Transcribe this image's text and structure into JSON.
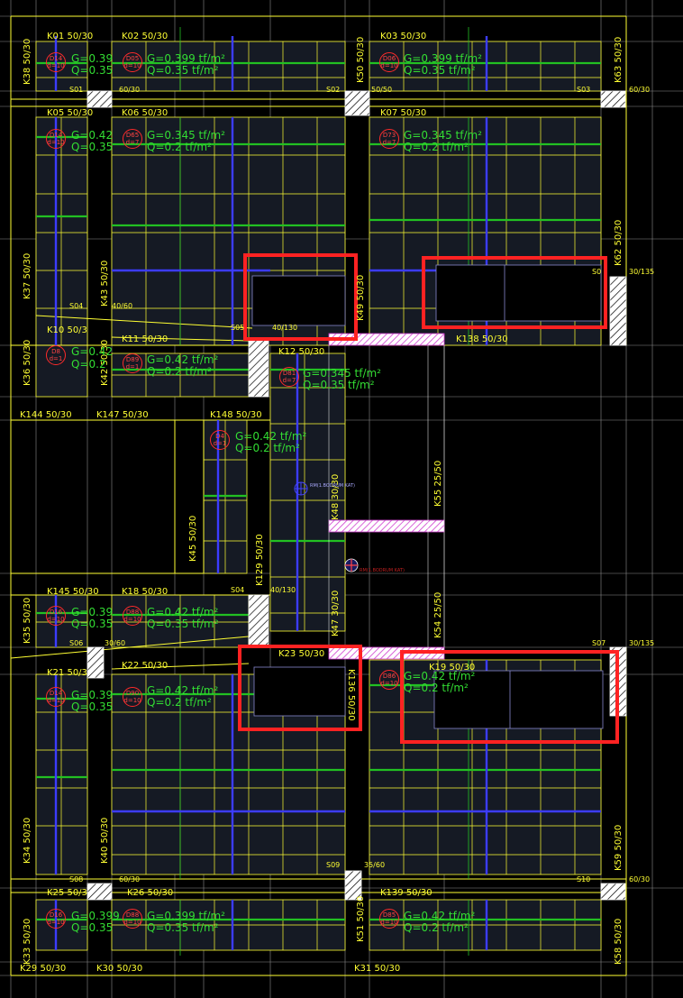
{
  "colors": {
    "background": "#000000",
    "slab_fill": "#151a24",
    "axis_line": "#ffffff",
    "beam_line": "#ffff33",
    "rebar_green": "#22c022",
    "rebar_blue": "#3c3cff",
    "load_text": "#33dd33",
    "slab_tag": "#ff2a2a",
    "highlight_box": "#ff2222",
    "opening_hatch": "#d040d0"
  },
  "beams": [
    {
      "id": "k01",
      "text": "K01 50/30"
    },
    {
      "id": "k02",
      "text": "K02 50/30"
    },
    {
      "id": "k03",
      "text": "K03 50/30"
    },
    {
      "id": "k05",
      "text": "K05 50/30"
    },
    {
      "id": "k06",
      "text": "K06 50/30"
    },
    {
      "id": "k07",
      "text": "K07 50/30"
    },
    {
      "id": "k10",
      "text": "K10 50/3"
    },
    {
      "id": "k11",
      "text": "K11 50/30"
    },
    {
      "id": "k12",
      "text": "K12 50/30"
    },
    {
      "id": "k138",
      "text": "K138 50/30"
    },
    {
      "id": "k144",
      "text": "K144 50/30"
    },
    {
      "id": "k147",
      "text": "K147 50/30"
    },
    {
      "id": "k148",
      "text": "K148 50/30"
    },
    {
      "id": "k145",
      "text": "K145 50/30"
    },
    {
      "id": "k18",
      "text": "K18 50/30"
    },
    {
      "id": "k21",
      "text": "K21 50/3"
    },
    {
      "id": "k22",
      "text": "K22 50/30"
    },
    {
      "id": "k23",
      "text": "K23 50/30"
    },
    {
      "id": "k19",
      "text": "K19 50/30"
    },
    {
      "id": "k25",
      "text": "K25 50/3"
    },
    {
      "id": "k26",
      "text": "K26 50/30"
    },
    {
      "id": "k139",
      "text": "K139 50/30"
    },
    {
      "id": "k29",
      "text": "K29 50/30"
    },
    {
      "id": "k30",
      "text": "K30 50/30"
    },
    {
      "id": "k31",
      "text": "K31 50/30"
    },
    {
      "id": "k38",
      "text": "K38 50/30"
    },
    {
      "id": "k50",
      "text": "K50 50/30"
    },
    {
      "id": "k63",
      "text": "K63 50/30"
    },
    {
      "id": "k37",
      "text": "K37 50/30"
    },
    {
      "id": "k43",
      "text": "K43 50/30"
    },
    {
      "id": "k49",
      "text": "K49 50/30"
    },
    {
      "id": "k62",
      "text": "K62 50/30"
    },
    {
      "id": "k36",
      "text": "K36 50/30"
    },
    {
      "id": "k42",
      "text": "K42 50/30"
    },
    {
      "id": "k45",
      "text": "K45 50/30"
    },
    {
      "id": "k129",
      "text": "K129 50/30"
    },
    {
      "id": "k48",
      "text": "K48 30/30"
    },
    {
      "id": "k55",
      "text": "K55 25/50"
    },
    {
      "id": "k54",
      "text": "K54 25/50"
    },
    {
      "id": "k47",
      "text": "K47 30/30"
    },
    {
      "id": "k35",
      "text": "K35 50/30"
    },
    {
      "id": "k136",
      "text": "K136 50/30"
    },
    {
      "id": "k34",
      "text": "K34 50/30"
    },
    {
      "id": "k40",
      "text": "K40 50/30"
    },
    {
      "id": "k59",
      "text": "K59 50/30"
    },
    {
      "id": "k33",
      "text": "K33 50/30"
    },
    {
      "id": "k51",
      "text": "K51 50/30"
    },
    {
      "id": "k58",
      "text": "K58 50/30"
    }
  ],
  "columns": [
    {
      "id": "s01",
      "text": "S01"
    },
    {
      "id": "s02",
      "text": "S02"
    },
    {
      "id": "s03",
      "text": "S03"
    },
    {
      "id": "s04a",
      "text": "S04"
    },
    {
      "id": "s05",
      "text": "S05"
    },
    {
      "id": "s0x",
      "text": "S0"
    },
    {
      "id": "s04b",
      "text": "S04"
    },
    {
      "id": "s06",
      "text": "S06"
    },
    {
      "id": "s07",
      "text": "S07"
    },
    {
      "id": "s08",
      "text": "S08"
    },
    {
      "id": "s09",
      "text": "S09"
    },
    {
      "id": "s10",
      "text": "S10"
    }
  ],
  "dims": [
    {
      "id": "d1",
      "text": "60/30"
    },
    {
      "id": "d2",
      "text": "50/50"
    },
    {
      "id": "d3",
      "text": "60/30"
    },
    {
      "id": "d4",
      "text": "30/135"
    },
    {
      "id": "d5",
      "text": "40/60"
    },
    {
      "id": "d6",
      "text": "40/130"
    },
    {
      "id": "d7",
      "text": "40/130"
    },
    {
      "id": "d8",
      "text": "30/60"
    },
    {
      "id": "d9",
      "text": "30/135"
    },
    {
      "id": "d10",
      "text": "60/30"
    },
    {
      "id": "d11",
      "text": "35/60"
    },
    {
      "id": "d12",
      "text": "60/30"
    }
  ],
  "loads": [
    {
      "id": "l1",
      "g": "G=0.39",
      "q": "Q=0.35"
    },
    {
      "id": "l2",
      "g": "G=0.399 tf/m²",
      "q": "Q=0.35 tf/m²"
    },
    {
      "id": "l3",
      "g": "G=0.399 tf/m²",
      "q": "Q=0.35 tf/m²"
    },
    {
      "id": "l4",
      "g": "G=0.42",
      "q": "Q=0.35"
    },
    {
      "id": "l5",
      "g": "G=0.345 tf/m²",
      "q": "Q=0.2 tf/m²"
    },
    {
      "id": "l6",
      "g": "G=0.345 tf/m²",
      "q": "Q=0.2 tf/m²"
    },
    {
      "id": "l7",
      "g": "G=0.42",
      "q": "Q=0.2"
    },
    {
      "id": "l8",
      "g": "G=0.42 tf/m²",
      "q": "Q=0.2 tf/m²"
    },
    {
      "id": "l9",
      "g": "G=0.345 tf/m²",
      "q": "Q=0.35 tf/m²"
    },
    {
      "id": "l10",
      "g": "G=0.42 tf/m²",
      "q": "Q=0.2 tf/m²"
    },
    {
      "id": "l11",
      "g": "G=0.39",
      "q": "Q=0.35"
    },
    {
      "id": "l12",
      "g": "G=0.42 tf/m²",
      "q": "Q=0.35 tf/m²"
    },
    {
      "id": "l13",
      "g": "G=0.39",
      "q": "Q=0.35"
    },
    {
      "id": "l14",
      "g": "G=0.42 tf/m²",
      "q": "Q=0.2 tf/m²"
    },
    {
      "id": "l15",
      "g": "G=0.42 tf/m²",
      "q": "Q=0.2 tf/m²"
    },
    {
      "id": "l16",
      "g": "G=0.399",
      "q": "Q=0.35"
    },
    {
      "id": "l17",
      "g": "G=0.399 tf/m²",
      "q": "Q=0.35 tf/m²"
    },
    {
      "id": "l18",
      "g": "G=0.42 tf/m²",
      "q": "Q=0.2 tf/m²"
    }
  ],
  "slab_tags": [
    {
      "id": "t1",
      "name": "D14",
      "thk": "d=10"
    },
    {
      "id": "t2",
      "name": "D05",
      "thk": "d=10"
    },
    {
      "id": "t3",
      "name": "D06",
      "thk": "d=10"
    },
    {
      "id": "t4",
      "name": "D14",
      "thk": "d=10"
    },
    {
      "id": "t5",
      "name": "D65",
      "thk": "d=7"
    },
    {
      "id": "t6",
      "name": "D73",
      "thk": "d=7"
    },
    {
      "id": "t7",
      "name": "D8",
      "thk": "d=1"
    },
    {
      "id": "t8",
      "name": "D89",
      "thk": "d=1"
    },
    {
      "id": "t9",
      "name": "D81",
      "thk": "d=7"
    },
    {
      "id": "t10",
      "name": "D4",
      "thk": "d=1"
    },
    {
      "id": "t11",
      "name": "D16",
      "thk": "d=10"
    },
    {
      "id": "t12",
      "name": "D88",
      "thk": "d=10"
    },
    {
      "id": "t13",
      "name": "D14",
      "thk": "d=10"
    },
    {
      "id": "t14",
      "name": "D90",
      "thk": "d=10"
    },
    {
      "id": "t15",
      "name": "D86",
      "thk": "d=10"
    },
    {
      "id": "t16",
      "name": "D16",
      "thk": "d=10"
    },
    {
      "id": "t17",
      "name": "D88",
      "thk": "d=10"
    },
    {
      "id": "t18",
      "name": "D85",
      "thk": "d=10"
    }
  ],
  "notes": [
    {
      "id": "n1",
      "text": "RM(1.BODRUM KAT)"
    },
    {
      "id": "n2",
      "text": "RM(1.BODRUM KAT)"
    }
  ],
  "wall_marks": [
    {
      "id": "w1",
      "text": "d=7"
    }
  ]
}
